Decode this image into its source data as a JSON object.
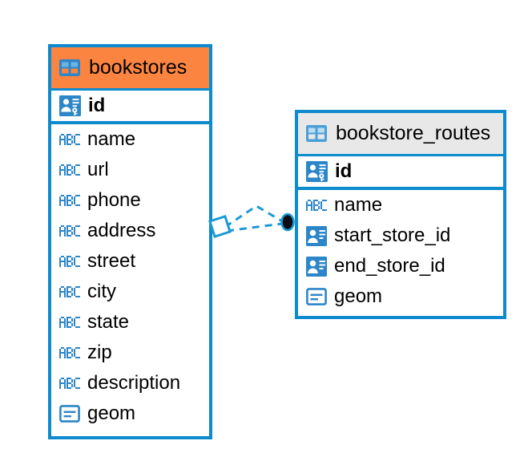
{
  "diagram": {
    "type": "entity-relationship-diagram",
    "background_color": "#ffffff",
    "accent_color": "#0d8bce",
    "highlight_color": "#fb8440",
    "neutral_header_color": "#e8e8e8"
  },
  "entities": [
    {
      "name": "bookstores",
      "header_color": "#fb8440",
      "selected": true,
      "primary_key": {
        "label": "id",
        "icon": "primary-key-icon",
        "type": "key"
      },
      "fields": [
        {
          "label": "name",
          "icon": "abc-text-icon",
          "type": "text"
        },
        {
          "label": "url",
          "icon": "abc-text-icon",
          "type": "text"
        },
        {
          "label": "phone",
          "icon": "abc-text-icon",
          "type": "text"
        },
        {
          "label": "address",
          "icon": "abc-text-icon",
          "type": "text"
        },
        {
          "label": "street",
          "icon": "abc-text-icon",
          "type": "text"
        },
        {
          "label": "city",
          "icon": "abc-text-icon",
          "type": "text"
        },
        {
          "label": "state",
          "icon": "abc-text-icon",
          "type": "text"
        },
        {
          "label": "zip",
          "icon": "abc-text-icon",
          "type": "text"
        },
        {
          "label": "description",
          "icon": "abc-text-icon",
          "type": "text"
        },
        {
          "label": "geom",
          "icon": "geometry-icon",
          "type": "geometry"
        }
      ]
    },
    {
      "name": "bookstore_routes",
      "header_color": "#e8e8e8",
      "selected": false,
      "primary_key": {
        "label": "id",
        "icon": "primary-key-icon",
        "type": "key"
      },
      "fields": [
        {
          "label": "name",
          "icon": "abc-text-icon",
          "type": "text"
        },
        {
          "label": "start_store_id",
          "icon": "foreign-key-icon",
          "type": "reference"
        },
        {
          "label": "end_store_id",
          "icon": "foreign-key-icon",
          "type": "reference"
        },
        {
          "label": "geom",
          "icon": "geometry-icon",
          "type": "geometry"
        }
      ]
    }
  ],
  "relationship": {
    "source_entity": "bookstores",
    "target_entity": "bookstore_routes",
    "source_marker": "diamond-outline",
    "target_marker": "filled-circle",
    "line_style": "dashed",
    "line_color": "#0d8bce"
  }
}
